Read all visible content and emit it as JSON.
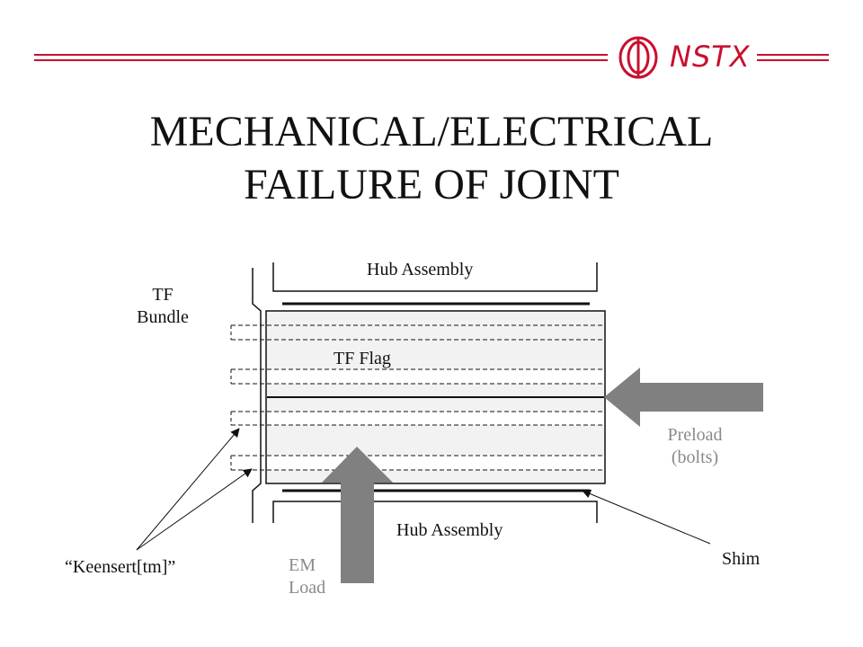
{
  "header": {
    "logo_text": "NSTX",
    "title_line1": "MECHANICAL/ELECTRICAL",
    "title_line2": "FAILURE OF JOINT"
  },
  "diagram": {
    "hub_assembly_top": "Hub Assembly",
    "hub_assembly_bottom": "Hub Assembly",
    "tf_bundle_line1": "TF",
    "tf_bundle_line2": "Bundle",
    "tf_flag": "TF Flag",
    "preload_line1": "Preload",
    "preload_line2": "(bolts)",
    "em_load_line1": "EM",
    "em_load_line2": "Load",
    "shim": "Shim",
    "keensert": "“Keensert[tm]”"
  },
  "colors": {
    "logo_red": "#c8102e",
    "arrow_gray": "#808080",
    "label_gray": "#8a8a8a",
    "flag_fill": "#f2f2f2"
  }
}
